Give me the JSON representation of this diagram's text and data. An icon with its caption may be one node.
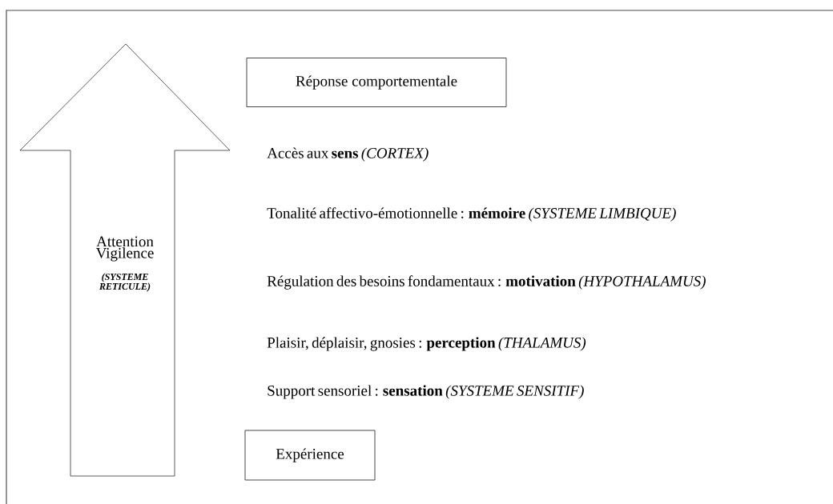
{
  "diagram": {
    "nodes": [
      {
        "text": [
          "Attention Vigilence",
          "(SYSTEME RETICULE)"
        ]
      },
      {
        "text": [
          "Réponse comportementale"
        ]
      },
      {
        "text": [
          "Expérience"
        ]
      }
    ],
    "labels": [
      "Accès aux **sens** *(CORTEX)*",
      "Tonalité affectivo-émotionnelle : **mémoire** *(SYSTEME LIMBIQUE)*",
      "Régulation des besoins fondamentaux : **motivation** *(HYPOTHALAMUS)*",
      "Plaisir, déplaisir, gnosies : **perception** *(THALAMUS)*",
      "Support sensoriel : **sensation** *(SYSTEME SENSITIF)*"
    ]
  }
}
